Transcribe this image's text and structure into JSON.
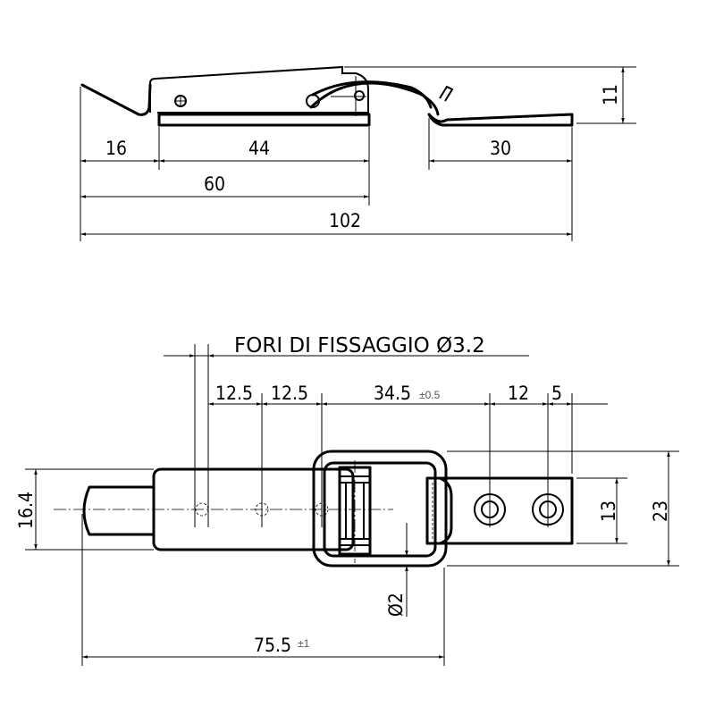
{
  "side_view": {
    "dimensions": {
      "height": "11",
      "left_offset": "16",
      "lever_length": "44",
      "plate_length": "30",
      "closed_length": "60",
      "total_length": "102"
    }
  },
  "top_view": {
    "note": "FORI DI FISSAGGIO Ø3.2",
    "dimensions": {
      "hole_pitch_1": "12.5",
      "hole_pitch_2": "12.5",
      "center_distance": "34.5",
      "center_distance_tol": "±0.5",
      "plate_hole_pitch": "12",
      "plate_edge": "5",
      "plate_width": "13",
      "loop_width": "23",
      "body_width": "16.4",
      "wire_diameter": "Ø2",
      "overall_length": "75.5",
      "overall_length_tol": "±1"
    }
  }
}
